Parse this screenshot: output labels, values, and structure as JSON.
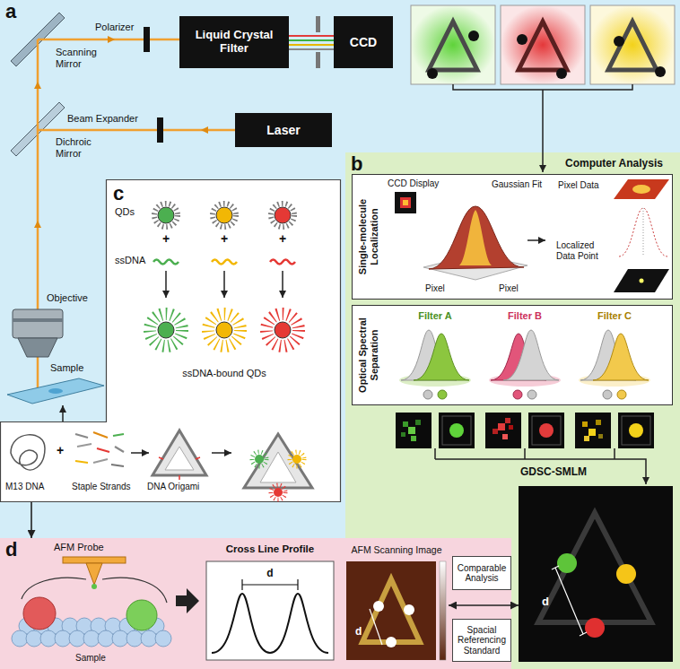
{
  "diagram": {
    "nodes": [
      {
        "text": [
          "a"
        ]
      },
      {
        "text": [
          "Liquid Crystal Filter"
        ],
        "in": 0
      },
      {
        "text": [
          "CCD"
        ],
        "in": 0
      },
      {
        "text": [
          "Laser"
        ],
        "in": 0
      },
      {
        "text": [
          "b",
          "Computer Analysis"
        ]
      },
      {
        "text": [
          "Single-molecule Localization"
        ],
        "in": 4
      },
      {
        "text": [
          "Optical Spectral Separation"
        ],
        "in": 4
      },
      {
        "text": [
          "GDSC-SMLM",
          "d"
        ],
        "in": 4
      },
      {
        "text": [
          "c"
        ]
      },
      {
        "text": [
          "d"
        ]
      },
      {
        "text": [
          "Cross Line Profile",
          "d"
        ],
        "in": 9
      },
      {
        "text": [
          "AFM Scanning Image",
          "d"
        ],
        "in": 9
      },
      {
        "text": [
          "Comparable Analysis"
        ],
        "in": 9
      },
      {
        "text": [
          "Spacial Referencing Standard"
        ],
        "in": 9
      }
    ],
    "edges": [
      {
        "from": 8,
        "to": 9,
        "arrow": "to"
      },
      {
        "from": 11,
        "to": 7,
        "arrow": "both"
      }
    ],
    "labels": [
      "Scanning Mirror",
      "Polarizer",
      "Beam Expander",
      "Dichroic Mirror",
      "Objective",
      "Sample",
      "CCD Display",
      "Gaussian Fit",
      "Pixel",
      "Pixel",
      "Pixel Data",
      "Localized Data Point",
      "Filter A",
      "Filter B",
      "Filter C",
      "QDs",
      "+",
      "+",
      "+",
      "ssDNA",
      "ssDNA-bound QDs",
      "M13 DNA",
      "+",
      "Staple Strands",
      "DNA Origami",
      "AFM Probe",
      "Sample"
    ]
  }
}
